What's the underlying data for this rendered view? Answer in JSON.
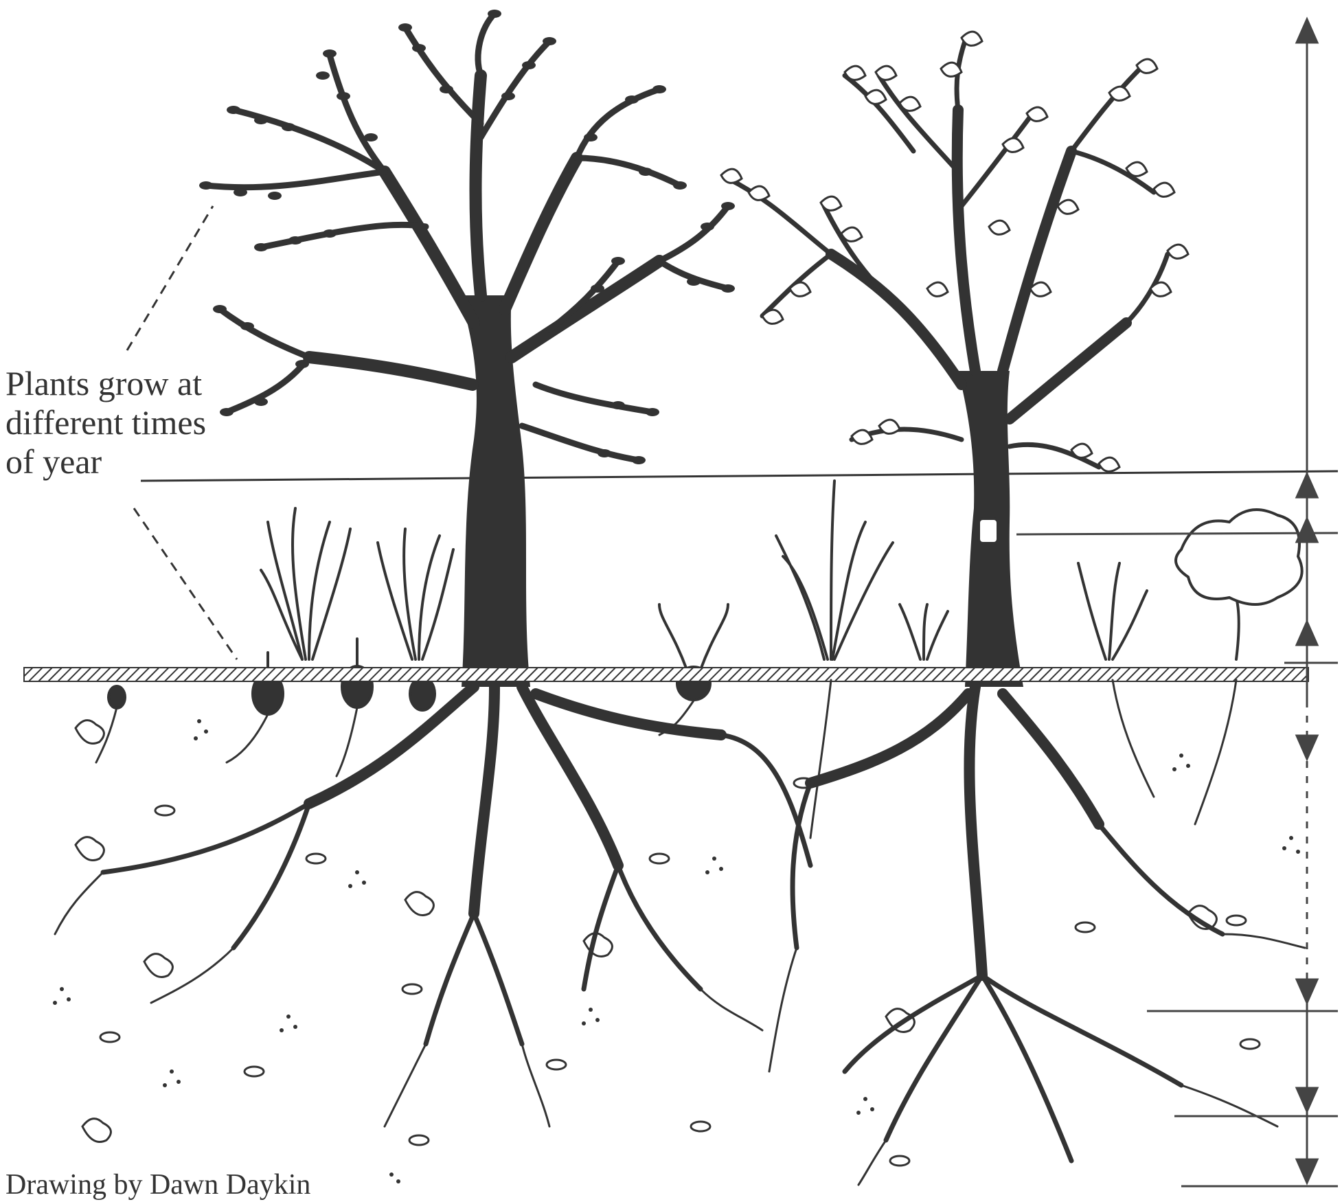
{
  "annotation": {
    "lines": [
      "Plants grow at",
      "different times",
      "of year"
    ]
  },
  "credit": "Drawing by Dawn Daykin",
  "colors": {
    "ink": "#333333",
    "paper": "#ffffff"
  },
  "icons": {
    "arrow_up": "triangle-up-icon",
    "arrow_down": "triangle-down-icon"
  }
}
